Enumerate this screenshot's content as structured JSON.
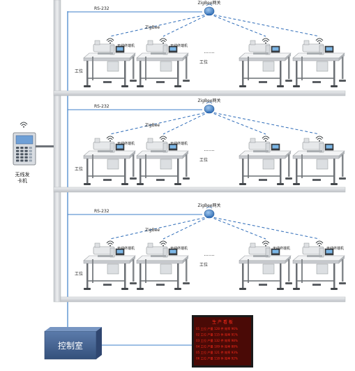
{
  "colors": {
    "pipe": "#d3d6d9",
    "pipe_edge": "#b9bdc1",
    "rs232_line": "#3d7fc8",
    "zigbee_dash": "#2d6bb8",
    "control_room": "#3f5f8c",
    "display_bg": "#4a0a06",
    "display_text": "#ff2a1a"
  },
  "terminal": {
    "label_line1": "无线发",
    "label_line2": "卡机",
    "icon": "wifi-signal-icon"
  },
  "control_room": {
    "label": "控制室"
  },
  "display": {
    "title": "生 产 看 板",
    "rows": [
      "01 工位 产量 128 件 效率 96%",
      "02 工位 产量 115 件 效率 91%",
      "03 工位 产量 132 件 效率 98%",
      "04 工位 产量 109 件 效率 88%",
      "05 工位 产量 121 件 效率 93%",
      "06 工位 产量 118 件 效率 92%"
    ]
  },
  "floors": [
    {
      "rs232": "RS-232",
      "gateway": "ZigBee网关",
      "zigbee": "ZigBee",
      "station": "工位",
      "ellipsis": "·······",
      "stations": [
        {
          "label": "无线终端机"
        },
        {
          "label": "无线终端机"
        },
        {
          "label": ""
        },
        {
          "label": ""
        }
      ]
    },
    {
      "rs232": "RS-232",
      "gateway": "ZigBee网关",
      "zigbee": "ZigBee",
      "station": "工位",
      "ellipsis": "·······",
      "stations": [
        {
          "label": "无线终端机"
        },
        {
          "label": "无线终端机"
        },
        {
          "label": ""
        },
        {
          "label": ""
        }
      ]
    },
    {
      "rs232": "RS-232",
      "gateway": "ZigBee网关",
      "zigbee": "ZigBee",
      "station": "工位",
      "ellipsis": "·······",
      "stations": [
        {
          "label": "无线终端机"
        },
        {
          "label": "无线终端机"
        },
        {
          "label": "无线终端机"
        },
        {
          "label": "无线终端机"
        }
      ]
    }
  ]
}
